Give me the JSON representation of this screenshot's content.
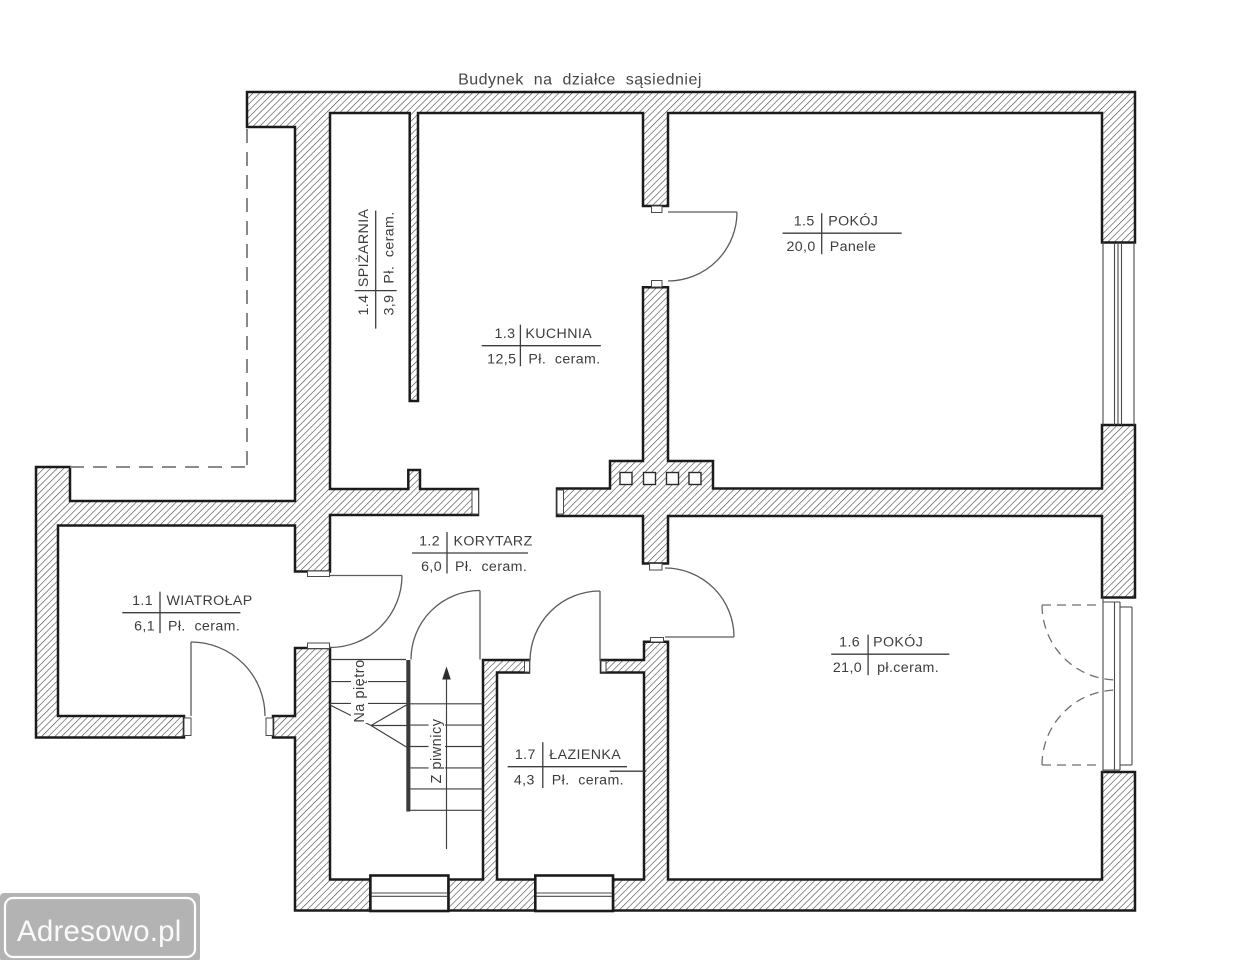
{
  "title": "Budynek na działce sąsiedniej",
  "watermark": {
    "text": "Adresowo.pl",
    "box_color": "#b3b3b3",
    "text_color": "#fafafa"
  },
  "rooms": [
    {
      "number": "1.1",
      "name": "WIATROŁAP",
      "area": "6,1",
      "floor": "Pł.  ceram."
    },
    {
      "number": "1.2",
      "name": "KORYTARZ",
      "area": "6,0",
      "floor": "Pł.  ceram."
    },
    {
      "number": "1.3",
      "name": "KUCHNIA",
      "area": "12,5",
      "floor": "Pł.  ceram."
    },
    {
      "number": "1.4",
      "name": "SPIŻARNIA",
      "area": "3,9",
      "floor": "Pł.  ceram."
    },
    {
      "number": "1.5",
      "name": "POKÓJ",
      "area": "20,0",
      "floor": "Panele"
    },
    {
      "number": "1.6",
      "name": "POKÓJ",
      "area": "21,0",
      "floor": "pł.ceram."
    },
    {
      "number": "1.7",
      "name": "ŁAZIENKA",
      "area": "4,3",
      "floor": "Pł.  ceram."
    }
  ],
  "stairs": {
    "up_label": "Na piętro",
    "down_label": "Z piwnicy"
  },
  "line_colors": {
    "walls": "#1b1b1b",
    "doors": "#5b5b5b",
    "dashed": "#7b7b7b"
  }
}
